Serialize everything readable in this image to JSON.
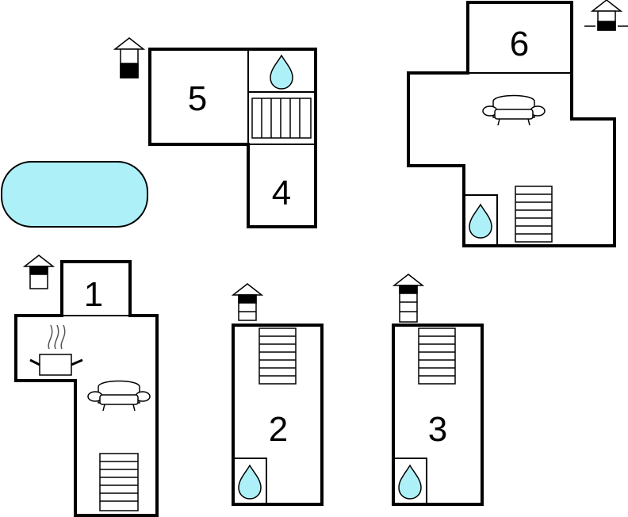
{
  "rooms": [
    {
      "id": "1",
      "label": "1"
    },
    {
      "id": "2",
      "label": "2"
    },
    {
      "id": "3",
      "label": "3"
    },
    {
      "id": "4",
      "label": "4"
    },
    {
      "id": "5",
      "label": "5"
    },
    {
      "id": "6",
      "label": "6"
    }
  ],
  "icons": [
    "level-marker-icon",
    "water-drop-icon",
    "stairs-icon",
    "sofa-icon",
    "cooking-pot-icon",
    "pool-icon"
  ],
  "colors": {
    "water": "#aef0f8",
    "wall": "#000000",
    "background": "#ffffff"
  }
}
